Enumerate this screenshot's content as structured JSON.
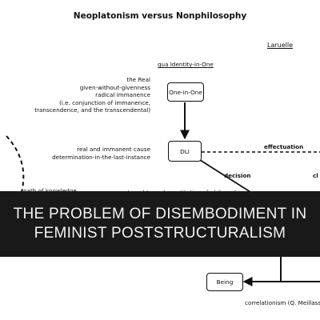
{
  "diagram": {
    "title": "Neoplatonism versus Nonphilosophy",
    "author": "Laruelle",
    "qua_label": "qua Identity-in-One",
    "real_block": [
      "the Real",
      "given-without-givenness",
      "radical immanence",
      "(i.e. conjunction of immanence,",
      "transcendence, and the transcendental)"
    ],
    "cause_block": [
      "real and immanent cause",
      "determination-in-the-last-instance"
    ],
    "path_label": "path of knowledge",
    "external_label": "external-to and constitutive-of philosophy",
    "effectuation_label": "effectuation",
    "decision_label": "decision",
    "edge_fragment": "cl",
    "correlationism_label": "correlationism (Q. Meillassou",
    "nodes": {
      "one_in_one": "One-in-One",
      "dli": "DLI",
      "being": "Being"
    }
  },
  "banner": {
    "line1": "THE PROBLEM OF DISEMBODIMENT IN",
    "line2": "FEMINIST POSTSTRUCTURALISM"
  },
  "colors": {
    "banner_bg": "#191919",
    "banner_text": "#f2f2f2",
    "ink": "#111111"
  }
}
